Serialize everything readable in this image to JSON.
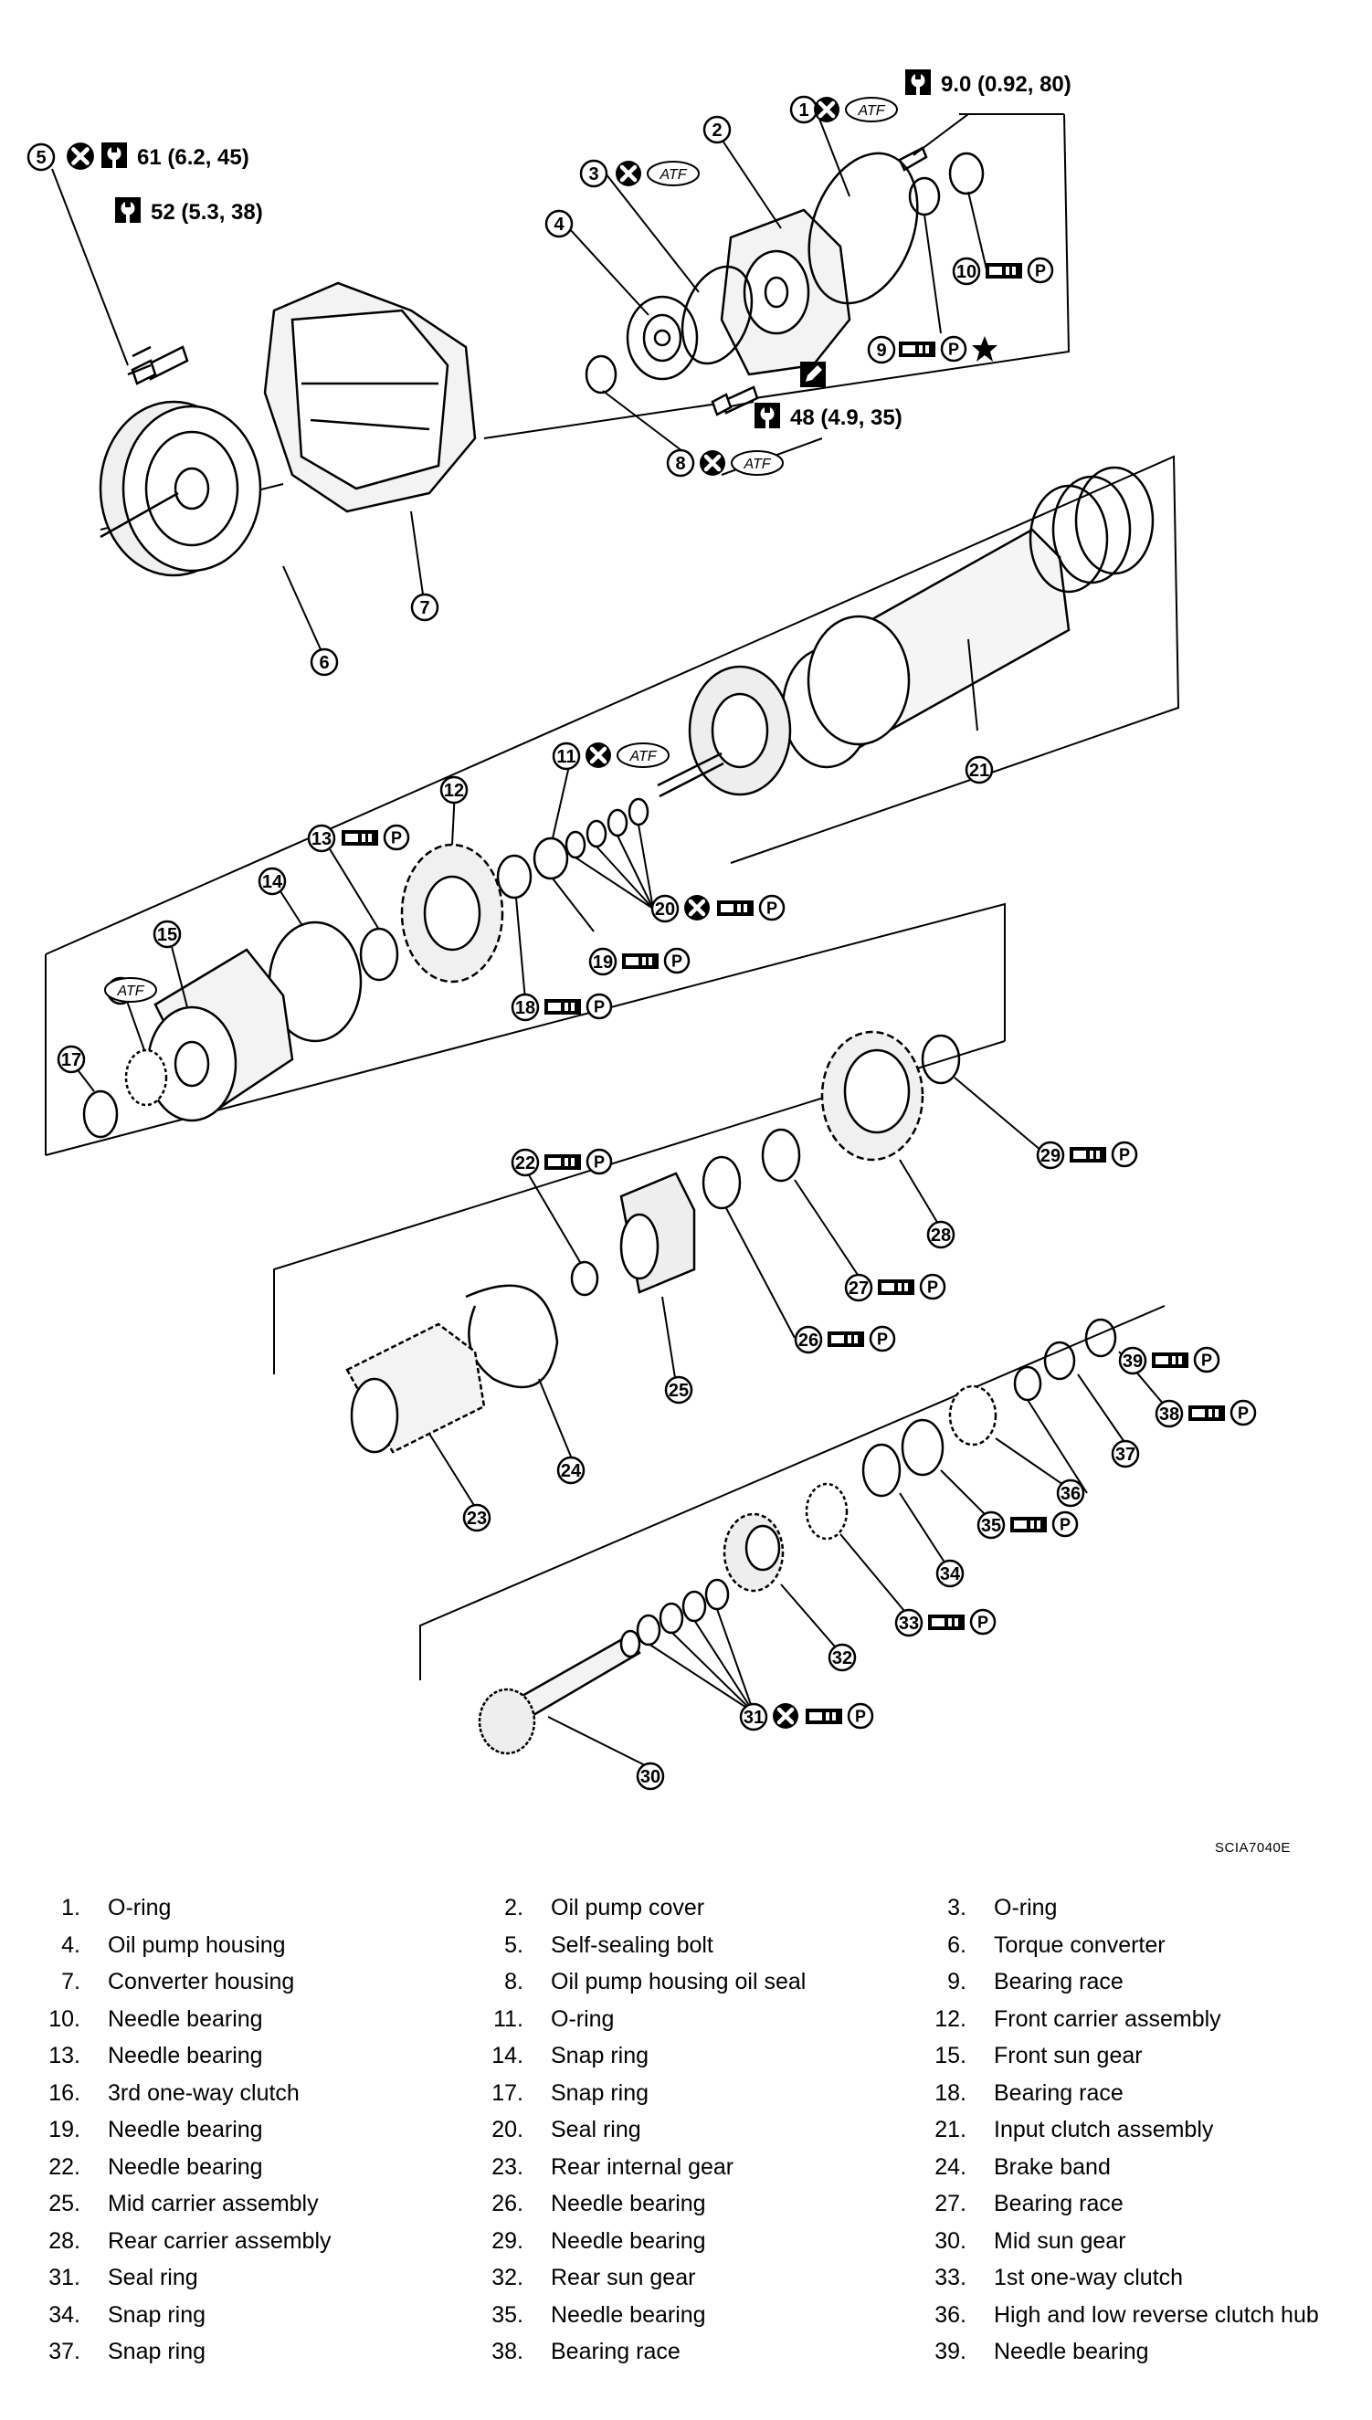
{
  "figure_ref": "SCIA7040E",
  "torque_labels": {
    "t_pump_bolt": "9.0  (0.92,  80)",
    "t_5": "61  (6.2,  45)",
    "t_52": "52  (5.3,  38)",
    "t_48": "48  (4.9,  35)"
  },
  "atf_text": "ATF",
  "callouts": [
    "1",
    "2",
    "3",
    "4",
    "5",
    "6",
    "7",
    "8",
    "9",
    "10",
    "11",
    "12",
    "13",
    "14",
    "15",
    "16",
    "17",
    "18",
    "19",
    "20",
    "21",
    "22",
    "23",
    "24",
    "25",
    "26",
    "27",
    "28",
    "29",
    "30",
    "31",
    "32",
    "33",
    "34",
    "35",
    "36",
    "37",
    "38",
    "39"
  ],
  "legend": [
    {
      "num": "1.",
      "name": "O-ring"
    },
    {
      "num": "2.",
      "name": "Oil pump cover"
    },
    {
      "num": "3.",
      "name": "O-ring"
    },
    {
      "num": "4.",
      "name": "Oil pump housing"
    },
    {
      "num": "5.",
      "name": "Self-sealing bolt"
    },
    {
      "num": "6.",
      "name": "Torque converter"
    },
    {
      "num": "7.",
      "name": "Converter housing"
    },
    {
      "num": "8.",
      "name": "Oil pump housing oil seal"
    },
    {
      "num": "9.",
      "name": "Bearing race"
    },
    {
      "num": "10.",
      "name": "Needle bearing"
    },
    {
      "num": "11.",
      "name": "O-ring"
    },
    {
      "num": "12.",
      "name": "Front carrier assembly"
    },
    {
      "num": "13.",
      "name": "Needle bearing"
    },
    {
      "num": "14.",
      "name": "Snap ring"
    },
    {
      "num": "15.",
      "name": "Front sun gear"
    },
    {
      "num": "16.",
      "name": "3rd one-way clutch"
    },
    {
      "num": "17.",
      "name": "Snap ring"
    },
    {
      "num": "18.",
      "name": "Bearing race"
    },
    {
      "num": "19.",
      "name": "Needle bearing"
    },
    {
      "num": "20.",
      "name": "Seal ring"
    },
    {
      "num": "21.",
      "name": "Input clutch assembly"
    },
    {
      "num": "22.",
      "name": "Needle bearing"
    },
    {
      "num": "23.",
      "name": "Rear internal gear"
    },
    {
      "num": "24.",
      "name": "Brake band"
    },
    {
      "num": "25.",
      "name": "Mid carrier assembly"
    },
    {
      "num": "26.",
      "name": "Needle bearing"
    },
    {
      "num": "27.",
      "name": "Bearing race"
    },
    {
      "num": "28.",
      "name": "Rear carrier assembly"
    },
    {
      "num": "29.",
      "name": "Needle bearing"
    },
    {
      "num": "30.",
      "name": "Mid sun gear"
    },
    {
      "num": "31.",
      "name": "Seal ring"
    },
    {
      "num": "32.",
      "name": "Rear sun gear"
    },
    {
      "num": "33.",
      "name": "1st one-way clutch"
    },
    {
      "num": "34.",
      "name": "Snap ring"
    },
    {
      "num": "35.",
      "name": "Needle bearing"
    },
    {
      "num": "36.",
      "name": "High and low reverse clutch hub"
    },
    {
      "num": "37.",
      "name": "Snap ring"
    },
    {
      "num": "38.",
      "name": "Bearing race"
    },
    {
      "num": "39.",
      "name": "Needle bearing"
    }
  ]
}
